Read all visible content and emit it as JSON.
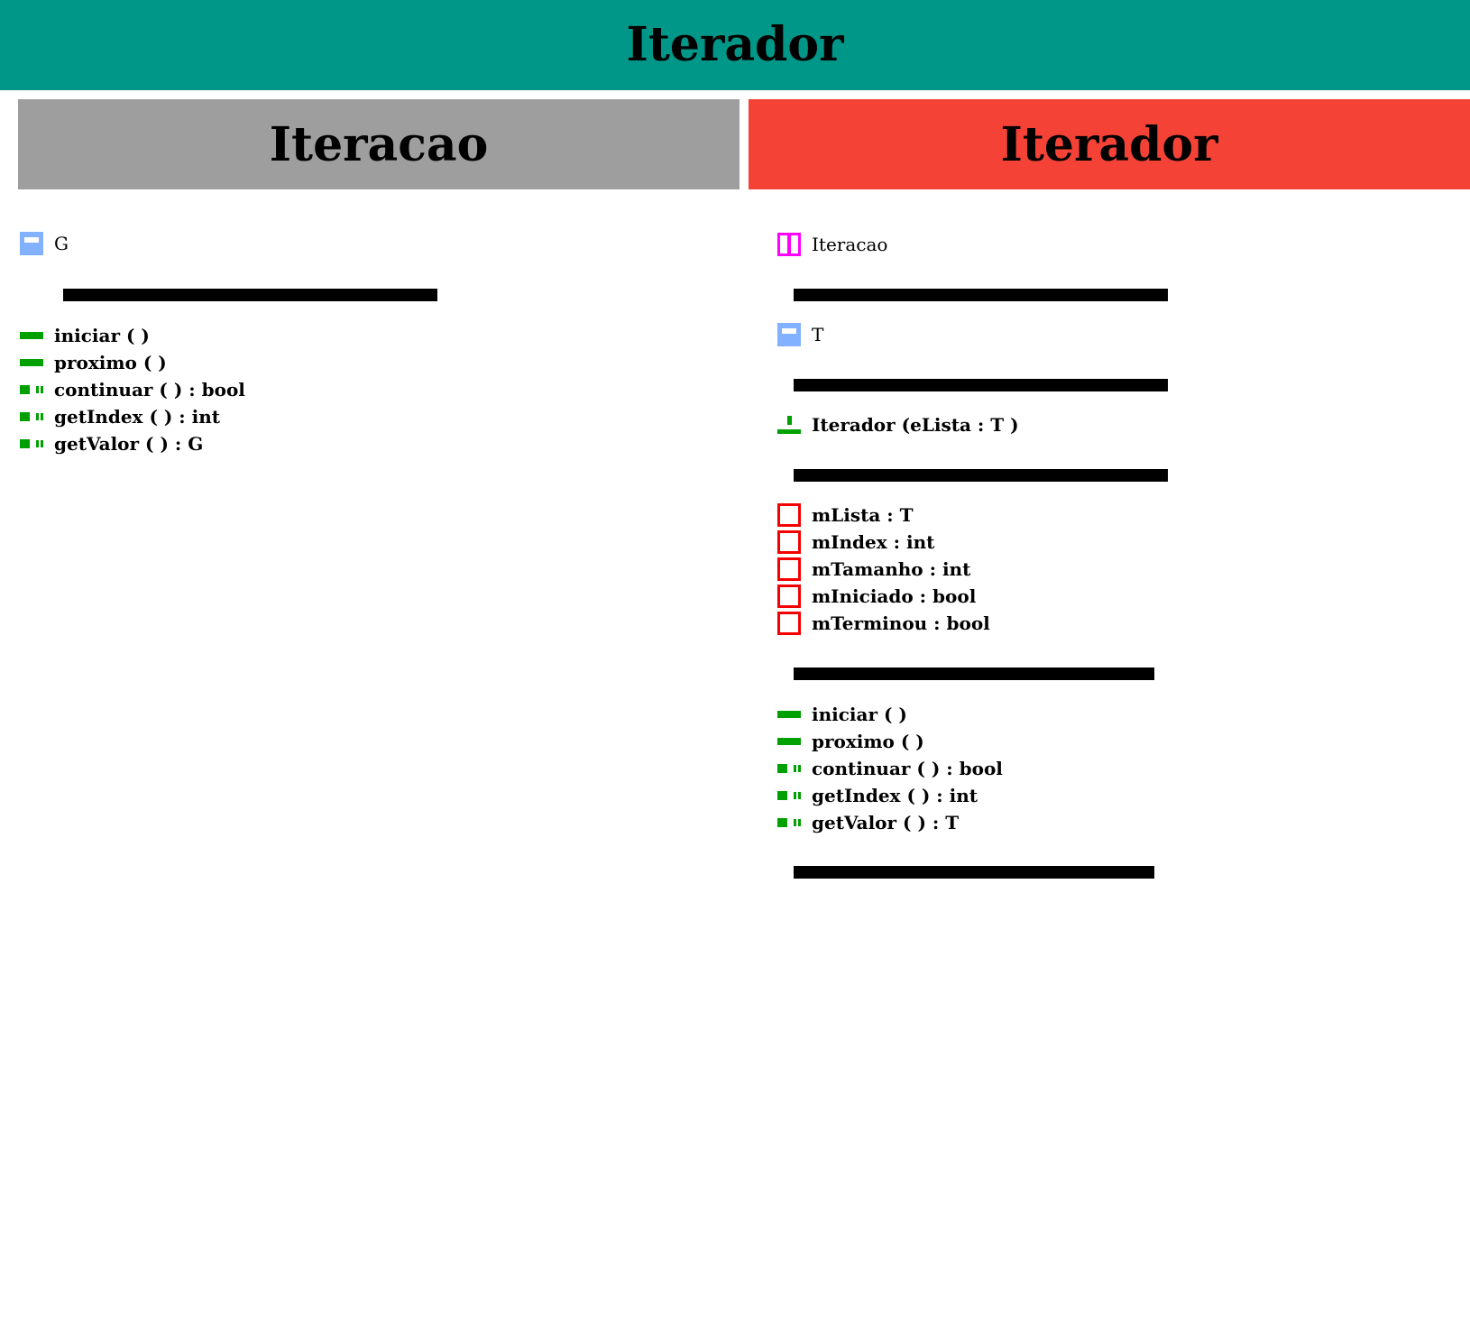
{
  "title": "Iterador",
  "panels": {
    "left": {
      "header": "Iteracao",
      "type_param": "G",
      "methods": [
        {
          "icon": "method-icon",
          "label": "iniciar ( )"
        },
        {
          "icon": "method-icon",
          "label": "proximo ( )"
        },
        {
          "icon": "getter-method-icon",
          "label": "continuar ( ) : bool"
        },
        {
          "icon": "getter-method-icon",
          "label": "getIndex ( ) : int"
        },
        {
          "icon": "getter-method-icon",
          "label": "getValor ( ) : G"
        }
      ]
    },
    "right": {
      "header": "Iterador",
      "parent": "Iteracao",
      "type_param": "T",
      "constructor": "Iterador (eLista : T )",
      "fields": [
        {
          "icon": "field-icon",
          "label": "mLista : T"
        },
        {
          "icon": "field-icon",
          "label": "mIndex : int"
        },
        {
          "icon": "field-icon",
          "label": "mTamanho : int"
        },
        {
          "icon": "field-icon",
          "label": "mIniciado : bool"
        },
        {
          "icon": "field-icon",
          "label": "mTerminou : bool"
        }
      ],
      "methods": [
        {
          "icon": "method-icon",
          "label": "iniciar ( )"
        },
        {
          "icon": "method-icon",
          "label": "proximo ( )"
        },
        {
          "icon": "getter-method-icon",
          "label": "continuar ( ) : bool"
        },
        {
          "icon": "getter-method-icon",
          "label": "getIndex ( ) : int"
        },
        {
          "icon": "getter-method-icon",
          "label": "getValor ( ) : T"
        }
      ]
    }
  },
  "colors": {
    "title_bar": "#009688",
    "left_header": "#9e9e9e",
    "right_header": "#f44336",
    "type_icon": "#82b1ff",
    "parent_icon": "#ff00ff",
    "method_icon": "#00a000",
    "field_icon": "#f40000"
  }
}
